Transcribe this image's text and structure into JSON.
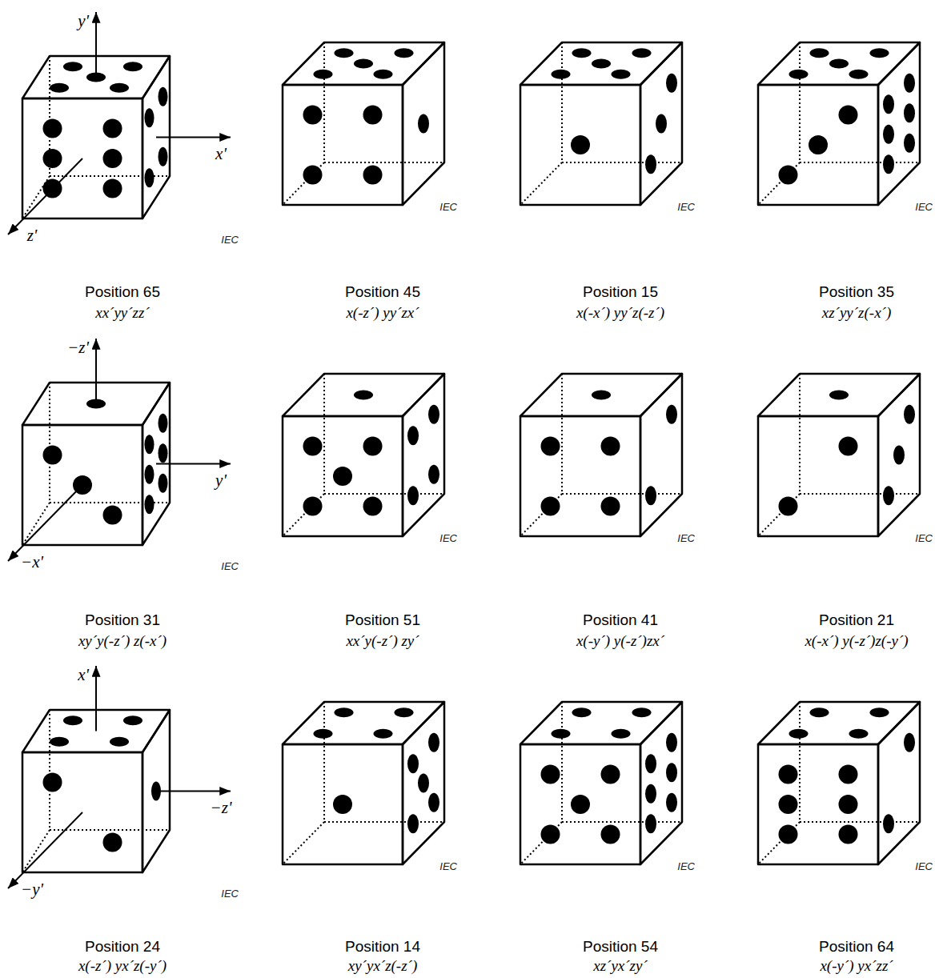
{
  "diagram": {
    "labels": [
      "y'",
      "x'",
      "z'",
      "IEC",
      "Position 65",
      "xx´yy´zz´",
      "IEC",
      "Position 45",
      "x(-z´) yy´zx´",
      "IEC",
      "Position 15",
      "x(-x´) yy´z(-z´)",
      "IEC",
      "Position 35",
      "xz´yy´z(-x´)",
      "−z'",
      "y'",
      "−x'",
      "IEC",
      "Position 31",
      "xy´y(-z´) z(-x´)",
      "IEC",
      "Position 51",
      "xx´y(-z´) zy´",
      "IEC",
      "Position 41",
      "x(-y´) y(-z´)zx´",
      "IEC",
      "Position 21",
      "x(-x´) y(-z´)z(-y´)",
      "x'",
      "−z'",
      "−y'",
      "IEC",
      "Position 24",
      "x(-z´) yx´z(-y´)",
      "IEC",
      "Position 14",
      "xy´yx´z(-z´)",
      "IEC",
      "Position 54",
      "xz´yx´zy´",
      "IEC",
      "Position 64",
      "x(-y´) yx´zz´"
    ]
  }
}
